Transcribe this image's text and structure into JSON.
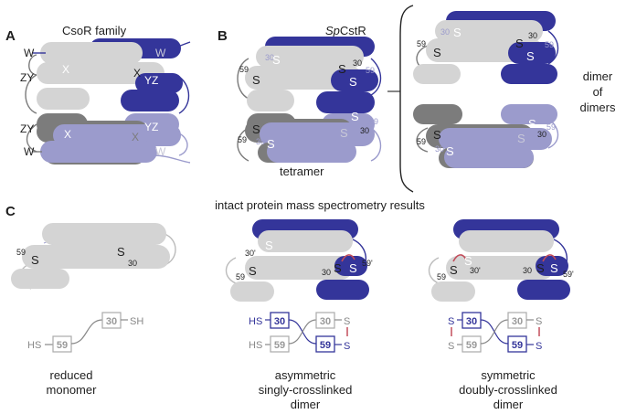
{
  "colors": {
    "dark_blue": "#34359a",
    "light_blue": "#9b9bcc",
    "light_gray": "#d4d4d4",
    "dark_gray": "#7c7c7c",
    "red_link": "#c24d5b",
    "line": "#666666"
  },
  "panel_a": {
    "letter": "A",
    "title": "CsoR family",
    "helix_labels": [
      "W",
      "X",
      "X",
      "ZY",
      "YZ",
      "ZY",
      "YZ",
      "X",
      "X",
      "W",
      "W",
      "W"
    ]
  },
  "panel_b": {
    "letter": "B",
    "title_prefix": "Sp",
    "title_suffix": "CstR",
    "tetramer_label": "tetramer",
    "dimer_label_line1": "dimer",
    "dimer_label_line2": "of",
    "dimer_label_line3": "dimers",
    "residue_labels": [
      "59",
      "30",
      "30",
      "59",
      "S",
      "S",
      "S",
      "S",
      "59",
      "30",
      "30",
      "59",
      "S",
      "S",
      "S",
      "S",
      "59",
      "30",
      "30",
      "59",
      "S",
      "S",
      "S",
      "S",
      "59",
      "30",
      "30",
      "59",
      "S",
      "S",
      "S",
      "S"
    ]
  },
  "panel_c": {
    "letter": "C",
    "title": "intact protein mass spectrometry results",
    "monomer": {
      "caption_line1": "reduced",
      "caption_line2": "monomer",
      "res_59": "59",
      "res_30": "30",
      "s_label": "S",
      "hs_label": "HS",
      "sh_label": "SH"
    },
    "single": {
      "caption_line1": "asymmetric",
      "caption_line2": "singly-crosslinked",
      "caption_line3": "dimer",
      "res_30_prime": "30'",
      "res_59_prime": "59'",
      "res_30": "30",
      "res_59": "59",
      "s_label": "S",
      "hs_label": "HS"
    },
    "double": {
      "caption_line1": "symmetric",
      "caption_line2": "doubly-crosslinked",
      "caption_line3": "dimer",
      "res_30_prime": "30'",
      "res_59_prime": "59'",
      "res_30": "30",
      "res_59": "59",
      "s_label": "S"
    }
  }
}
